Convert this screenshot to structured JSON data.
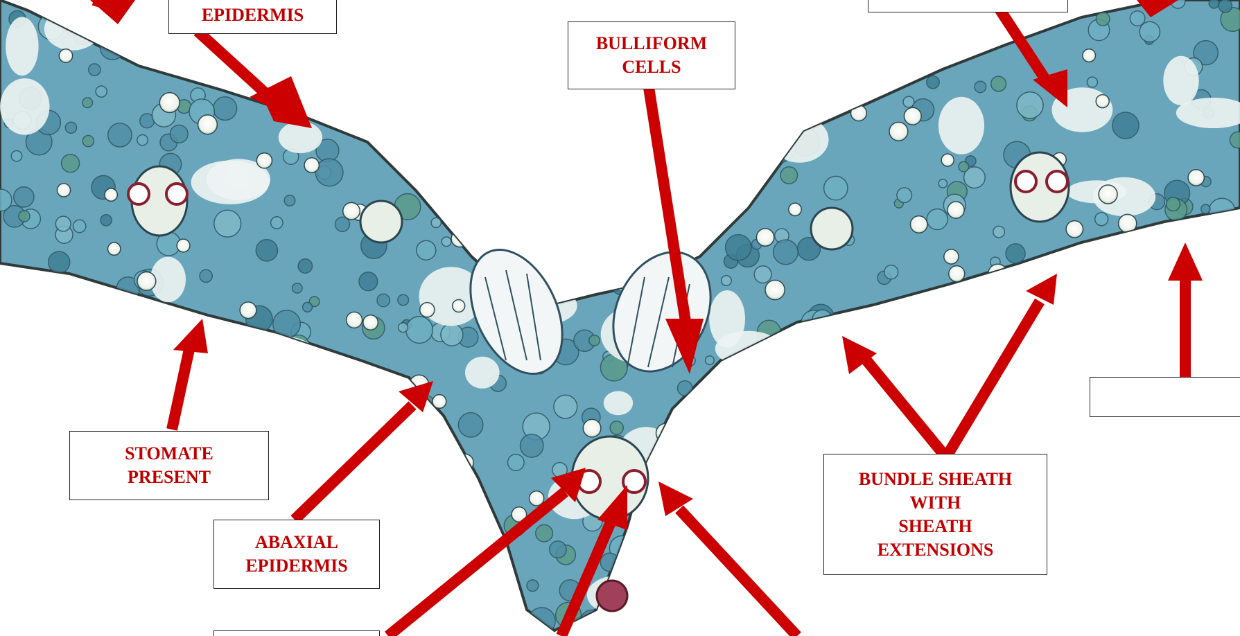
{
  "labels": {
    "adaxial_epidermis": {
      "lines": [
        "EPIDERMIS"
      ]
    },
    "bulliform_cells": {
      "lines": [
        "BULLIFORM",
        "CELLS"
      ]
    },
    "stomate_present": {
      "lines": [
        "STOMATE",
        "PRESENT"
      ]
    },
    "abaxial_epidermis": {
      "lines": [
        "ABAXIAL",
        "EPIDERMIS"
      ]
    },
    "bundle_sheath": {
      "lines": [
        "BUNDLE SHEATH",
        "WITH",
        "SHEATH",
        "EXTENSIONS"
      ]
    },
    "top_right_blank": {
      "lines": []
    },
    "right_blank": {
      "lines": []
    },
    "bottom_left_blank": {
      "lines": []
    }
  },
  "colors": {
    "label_text": "#c00000",
    "arrow": "#cc0000",
    "tissue_base": "#5a9ab0",
    "cell_fill": "#f4f7f2",
    "xylem_ring": "#8a1e2e"
  }
}
